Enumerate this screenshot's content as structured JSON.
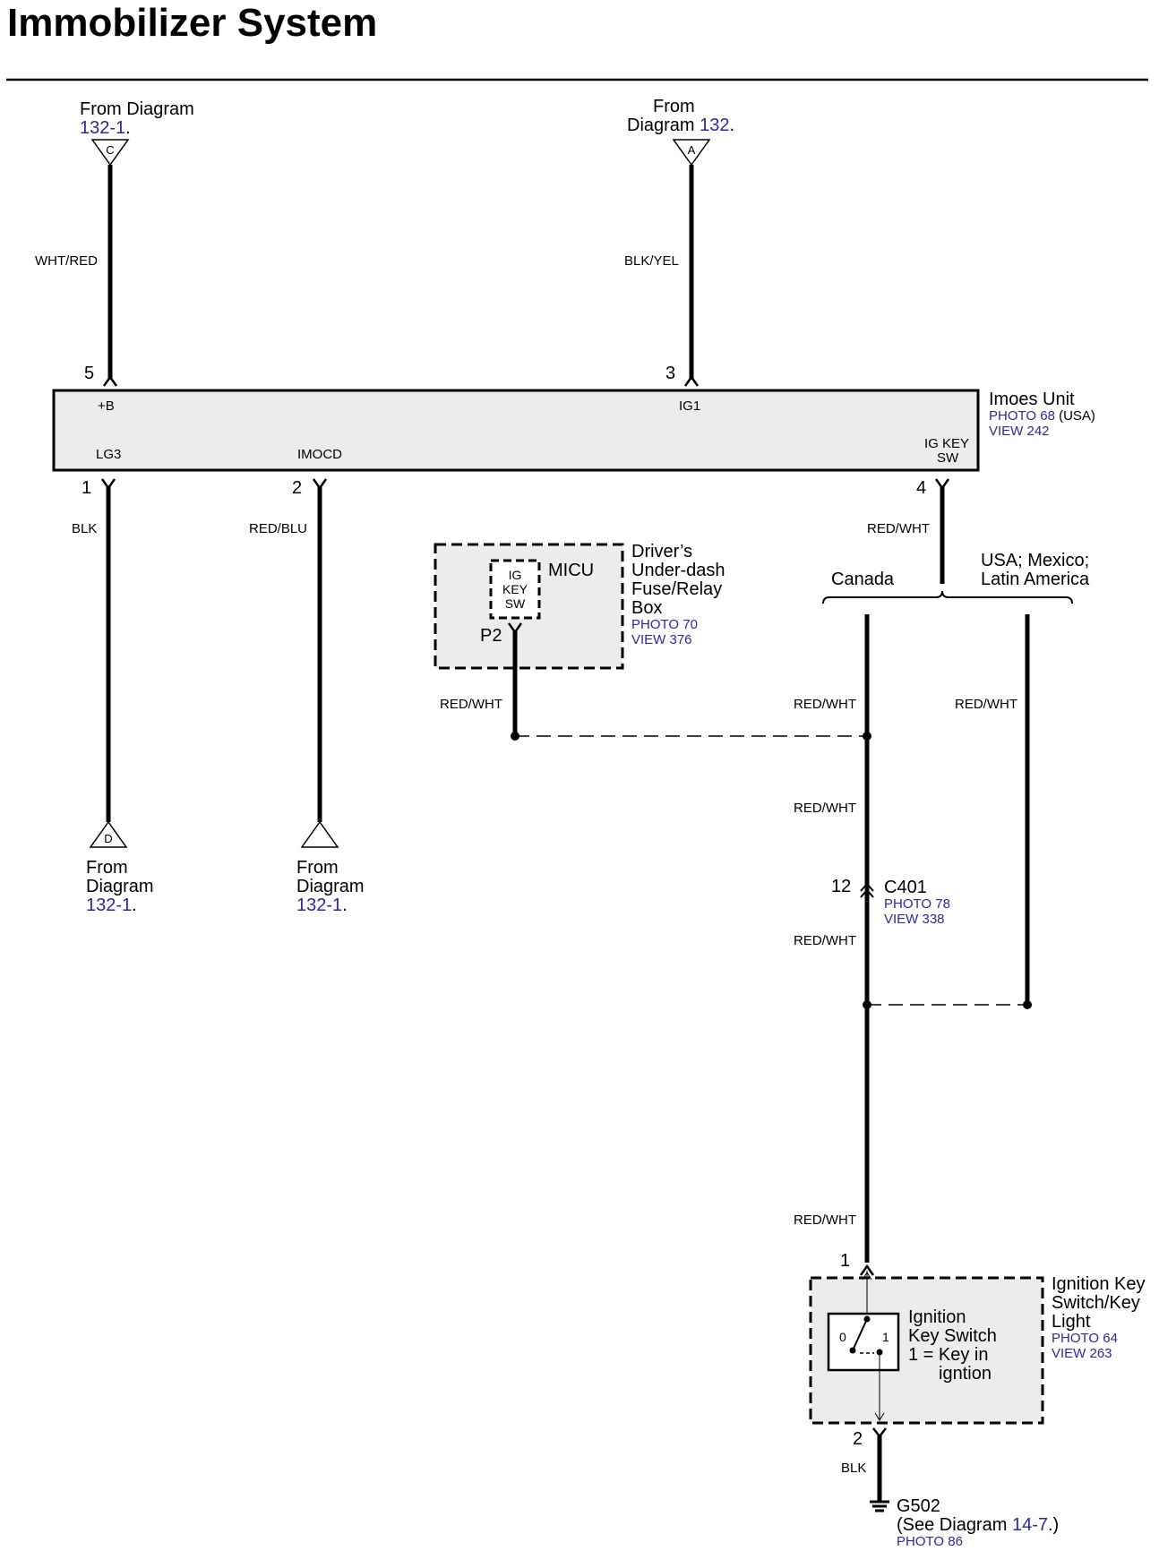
{
  "title": "Immobilizer System",
  "top_left_ref": {
    "line1": "From Diagram",
    "link": "132-1",
    "suffix": ".",
    "tag": "C"
  },
  "top_mid_ref": {
    "line1": "From",
    "line2": "Diagram",
    "link": "132",
    "suffix": ".",
    "tag": "A"
  },
  "wires": {
    "c_wire": "WHT/RED",
    "a_wire": "BLK/YEL",
    "pin1_wire": "BLK",
    "pin2_wire": "RED/BLU",
    "pin4_wire": "RED/WHT",
    "micu_wire": "RED/WHT",
    "canada_wire": "RED/WHT",
    "usa_wire": "RED/WHT",
    "canada_wire2": "RED/WHT",
    "c401_wire": "RED/WHT",
    "switch_top_wire": "RED/WHT",
    "ground_wire": "BLK"
  },
  "imoes": {
    "name": "Imoes Unit",
    "photo": "PHOTO 68",
    "photo_note": "(USA)",
    "view": "VIEW 242",
    "pin5": "5",
    "pin3": "3",
    "pin1": "1",
    "pin2": "2",
    "pin4": "4",
    "t_b": "+B",
    "t_ig1": "IG1",
    "t_lg3": "LG3",
    "t_imocd": "IMOCD",
    "t_igkey1": "IG KEY",
    "t_igkey2": "SW"
  },
  "micu": {
    "name": "MICU",
    "inner1": "IG",
    "inner2": "KEY",
    "inner3": "SW",
    "connector": "P2",
    "box1": "Driver’s",
    "box2": "Under-dash",
    "box3": "Fuse/Relay",
    "box4": "Box",
    "photo": "PHOTO 70",
    "view": "VIEW 376"
  },
  "branch": {
    "canada": "Canada",
    "usa1": "USA; Mexico;",
    "usa2": "Latin America"
  },
  "c401": {
    "pin": "12",
    "name": "C401",
    "photo": "PHOTO 78",
    "view": "VIEW 338"
  },
  "bottom_d": {
    "tag": "D",
    "line1": "From",
    "line2": "Diagram",
    "link": "132-1",
    "suffix": "."
  },
  "bottom_2": {
    "line1": "From",
    "line2": "Diagram",
    "link": "132-1",
    "suffix": "."
  },
  "ignition": {
    "pin_top": "1",
    "pin_bottom": "2",
    "pos0": "0",
    "pos1": "1",
    "desc1": "Ignition",
    "desc2": "Key Switch",
    "desc3": "1 = Key in",
    "desc4": "igntion",
    "comp1": "Ignition Key",
    "comp2": "Switch/Key",
    "comp3": "Light",
    "photo": "PHOTO 64",
    "view": "VIEW 263"
  },
  "ground": {
    "name": "G502",
    "see": "(See Diagram",
    "link": "14-7",
    "suffix": ".)",
    "photo": "PHOTO 86"
  },
  "colors": {
    "ref_blue": "#2a2a9a",
    "component_fill": "#ececec",
    "wire": "#000000"
  }
}
